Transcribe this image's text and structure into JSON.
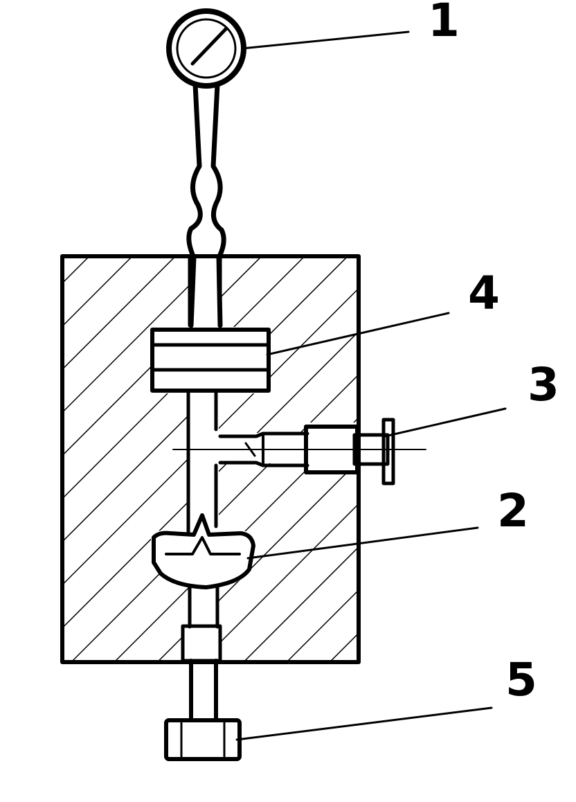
{
  "diagram": {
    "labels": {
      "gauge": "1",
      "valve": "2",
      "side_screw": "3",
      "seal": "4",
      "bottom_screw": "5"
    },
    "colors": {
      "ink": "#000000",
      "background": "#ffffff"
    }
  }
}
